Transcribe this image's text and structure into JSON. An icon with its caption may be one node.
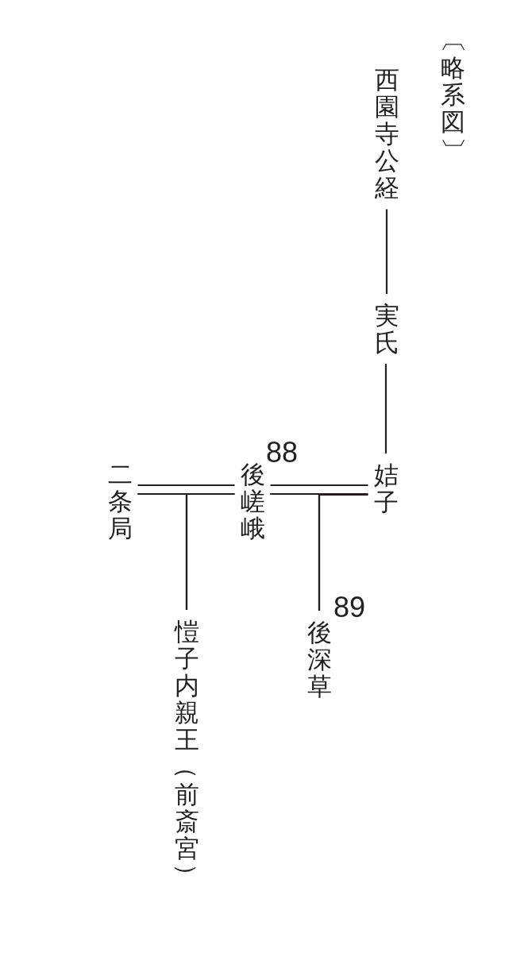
{
  "diagram": {
    "title": "〔略系図〕",
    "nodes": [
      {
        "text": [
          "西園寺公経"
        ]
      },
      {
        "text": [
          "実氏"
        ]
      },
      {
        "text": [
          "姞子"
        ]
      },
      {
        "text": [
          "後嵯峨"
        ],
        "beside": [
          "88"
        ]
      },
      {
        "text": [
          "二条局"
        ]
      },
      {
        "text": [
          "後深草"
        ],
        "beside": [
          "89"
        ]
      },
      {
        "text": [
          "愷子内親王（前斎宮）"
        ]
      }
    ],
    "edges": [
      {
        "from": 0,
        "to": 1,
        "arrow": "none"
      },
      {
        "from": 1,
        "to": 2,
        "arrow": "none"
      },
      {
        "from": 3,
        "to": 2,
        "arrow": "none"
      },
      {
        "from": 3,
        "to": 5,
        "arrow": "none"
      },
      {
        "from": 2,
        "to": 5,
        "arrow": "none"
      },
      {
        "from": 4,
        "to": 3,
        "arrow": "none"
      },
      {
        "from": 4,
        "to": 6,
        "arrow": "none"
      },
      {
        "from": 3,
        "to": 6,
        "arrow": "none"
      }
    ]
  }
}
